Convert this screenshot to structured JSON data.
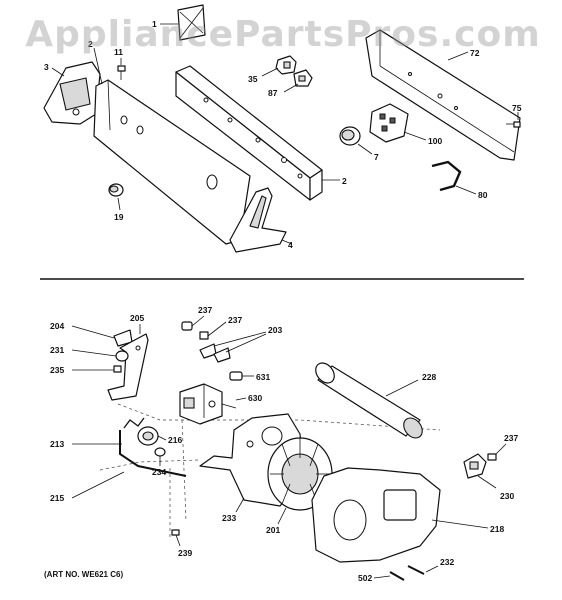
{
  "watermark": "AppliancePartsPros.com",
  "art_number": "(ART NO. WE621 C6)",
  "callouts": {
    "c1": "1",
    "c2a": "2",
    "c2b": "2",
    "c3": "3",
    "c4": "4",
    "c7": "7",
    "c11": "11",
    "c19": "19",
    "c35": "35",
    "c72": "72",
    "c75": "75",
    "c80": "80",
    "c87": "87",
    "c100": "100",
    "c203": "203",
    "c204": "204",
    "c205": "205",
    "c213": "213",
    "c215": "215",
    "c216": "216",
    "c218": "218",
    "c228": "228",
    "c230": "230",
    "c231": "231",
    "c232": "232",
    "c233": "233",
    "c234": "234",
    "c235": "235",
    "c237a": "237",
    "c237b": "237",
    "c237c": "237",
    "c239": "239",
    "c201": "201",
    "c502": "502",
    "c630": "630",
    "c631": "631"
  }
}
